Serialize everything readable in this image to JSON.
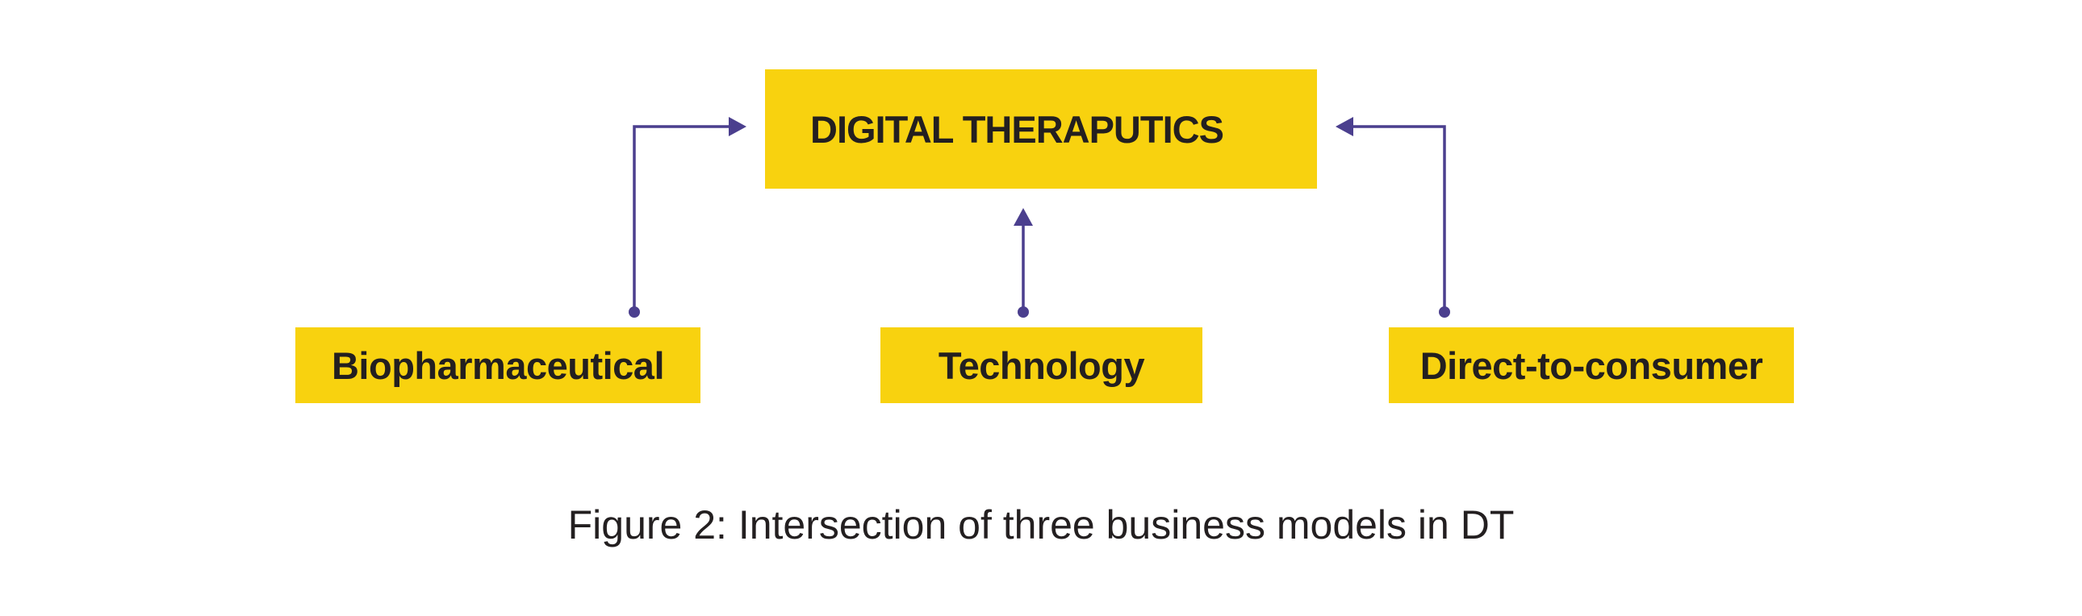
{
  "colors": {
    "box_fill": "#F8D20F",
    "arrow": "#4B3F8E",
    "text": "#231F20",
    "background": "#FFFFFF"
  },
  "nodes": {
    "main": "DIGITAL THERAPUTICS",
    "biopharmaceutical": "Biopharmaceutical",
    "technology": "Technology",
    "direct_to_consumer": "Direct-to-consumer"
  },
  "edges": [
    {
      "from": "biopharmaceutical",
      "to": "main"
    },
    {
      "from": "technology",
      "to": "main"
    },
    {
      "from": "direct_to_consumer",
      "to": "main"
    }
  ],
  "caption": "Figure 2: Intersection of three business models in DT"
}
